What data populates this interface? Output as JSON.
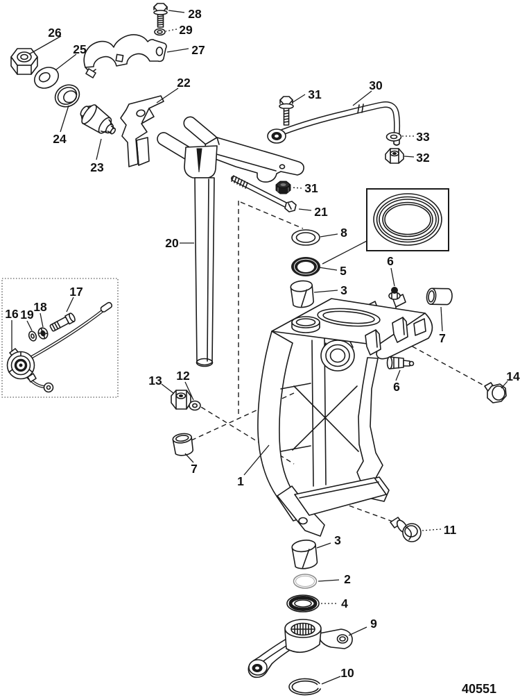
{
  "diagram": {
    "drawing_number": "40551",
    "callouts": {
      "c1": "1",
      "c2": "2",
      "c3a": "3",
      "c3b": "3",
      "c4": "4",
      "c5": "5",
      "c6a": "6",
      "c6b": "6",
      "c7a": "7",
      "c7b": "7",
      "c8": "8",
      "c9": "9",
      "c10": "10",
      "c11": "11",
      "c12": "12",
      "c13": "13",
      "c14": "14",
      "c16": "16",
      "c17": "17",
      "c18": "18",
      "c19": "19",
      "c20": "20",
      "c21": "21",
      "c22": "22",
      "c23": "23",
      "c24": "24",
      "c25": "25",
      "c26": "26",
      "c27": "27",
      "c28": "28",
      "c29": "29",
      "c30": "30",
      "c31a": "31",
      "c31b": "31",
      "c32": "32",
      "c33": "33"
    }
  }
}
